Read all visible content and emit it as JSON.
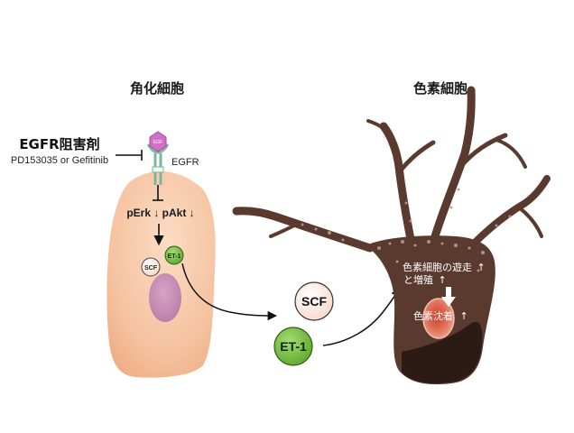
{
  "keratinocyte": {
    "title": "角化細胞",
    "inhibitor_title": "EGFR阻害剤",
    "inhibitor_examples": "PD153035 or Gefitinib",
    "receptor_label": "EGFR",
    "receptor_ligand": "EGF",
    "signals": "pErk ↓ pAkt ↓",
    "scf_label": "SCF",
    "et1_label": "ET-1"
  },
  "secreted": {
    "scf_label": "SCF",
    "et1_label": "ET-1"
  },
  "melanocyte": {
    "title": "色素細胞",
    "migration_line1": "色素細胞の遊走",
    "migration_line1_arrow": "↑",
    "migration_line2": "と増殖",
    "migration_line2_arrow": "↑",
    "pigment_label": "色素沈着",
    "pigment_arrow": "↑"
  },
  "colors": {
    "keratinocyte_fill": "#f6c7a5",
    "nucleus": "#c98db5",
    "et1_green": "#7cc242",
    "scf_fill": "#fde9df",
    "melanocyte_fill": "#5a3a2f",
    "egf_pink": "#d070c8"
  }
}
